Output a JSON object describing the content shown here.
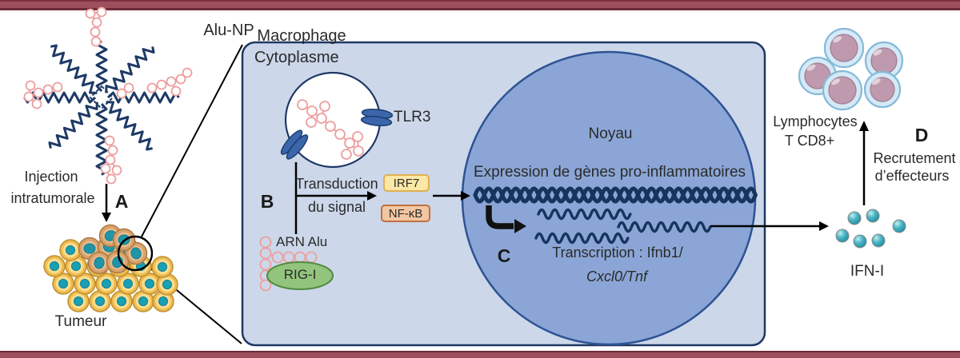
{
  "diagram": {
    "labels": {
      "alu_np": "Alu-NP",
      "macrophage": "Macrophage",
      "cytoplasme": "Cytoplasme",
      "noyau": "Noyau"
    },
    "steps": {
      "a": "A",
      "b": "B",
      "c": "C",
      "d": "D"
    },
    "left": {
      "injection_line1": "Injection",
      "injection_line2": "intratumorale",
      "tumeur": "Tumeur"
    },
    "signaling": {
      "tlr3": "TLR3",
      "transduction_line1": "Transduction",
      "transduction_line2": "du signal",
      "irf7": "IRF7",
      "nfkb": "NF-κB",
      "arn_alu": "ARN Alu",
      "rig_i": "RIG-I"
    },
    "nucleus": {
      "expression": "Expression de gènes pro-inflammatoires",
      "transcription_prefix": "Transcription : ",
      "genes_line1": "Ifnb1/",
      "genes_line2": "Cxcl0/Tnf"
    },
    "right": {
      "ifn": "IFN-I",
      "lymphocytes_line1": "Lymphocytes",
      "lymphocytes_line2": "T CD8+",
      "recrutement_line1": "Recrutement",
      "recrutement_line2": "d’effecteurs"
    },
    "colors": {
      "border_bar": "#9d4f5d",
      "navy": "#1f3864",
      "macrophage_fill": "#ccd7ea",
      "nucleus_fill": "#8ba6d6",
      "irf7_fill": "#fbe8a6",
      "nfkb_fill": "#f3c6a2",
      "rig_i_fill": "#93c47d",
      "rna_pink": "#ee9e9e",
      "ifn_teal": "#2a98ac",
      "tumor_gold": "#eebb4d",
      "tumor_tan": "#d9a26c",
      "lymphocyte_blue": "#d4eaf6",
      "lymphocyte_mauve": "#bf9aae"
    }
  }
}
